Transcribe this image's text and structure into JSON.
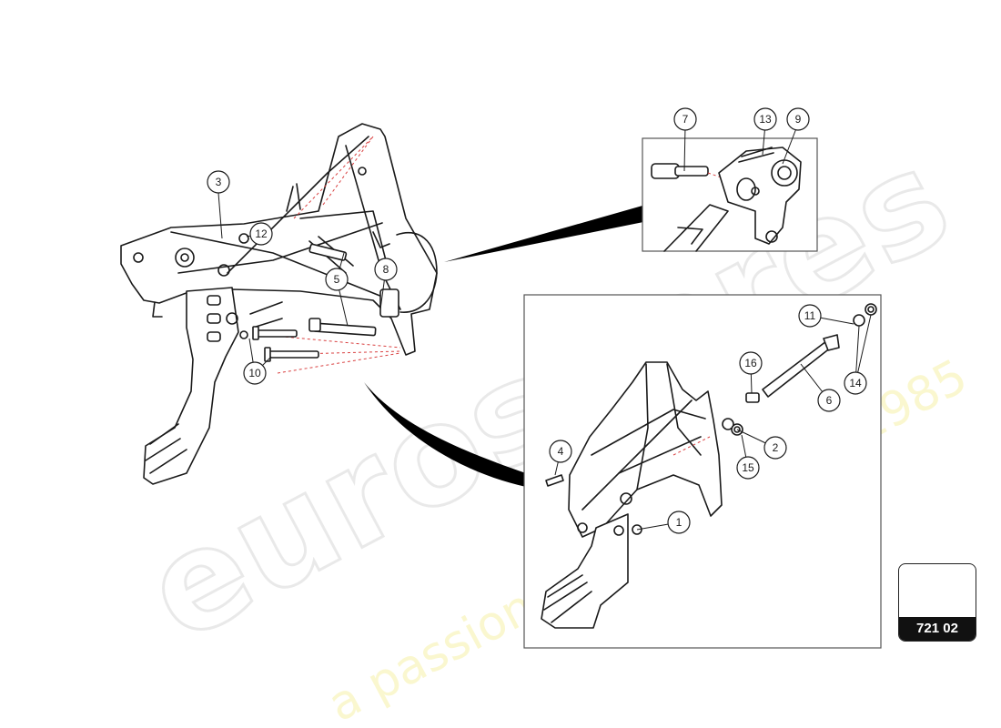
{
  "watermark": {
    "brand": "eurospares",
    "tagline": "a passion for parts since 1985"
  },
  "reference_code": "721 02",
  "callouts": [
    {
      "id": "c1",
      "label": "1"
    },
    {
      "id": "c2",
      "label": "2"
    },
    {
      "id": "c3",
      "label": "3"
    },
    {
      "id": "c4",
      "label": "4"
    },
    {
      "id": "c5",
      "label": "5"
    },
    {
      "id": "c6",
      "label": "6"
    },
    {
      "id": "c7",
      "label": "7"
    },
    {
      "id": "c8",
      "label": "8"
    },
    {
      "id": "c9",
      "label": "9"
    },
    {
      "id": "c10",
      "label": "10"
    },
    {
      "id": "c11",
      "label": "11"
    },
    {
      "id": "c12",
      "label": "12"
    },
    {
      "id": "c13",
      "label": "13"
    },
    {
      "id": "c14",
      "label": "14"
    },
    {
      "id": "c15",
      "label": "15"
    },
    {
      "id": "c16",
      "label": "16"
    }
  ],
  "colors": {
    "line": "#1a1a1a",
    "dashed_guide": "#d94040",
    "watermark_outline": "#e9e9e9",
    "watermark_tagline": "#f5f0a8",
    "ref_label_bg": "#111111"
  }
}
